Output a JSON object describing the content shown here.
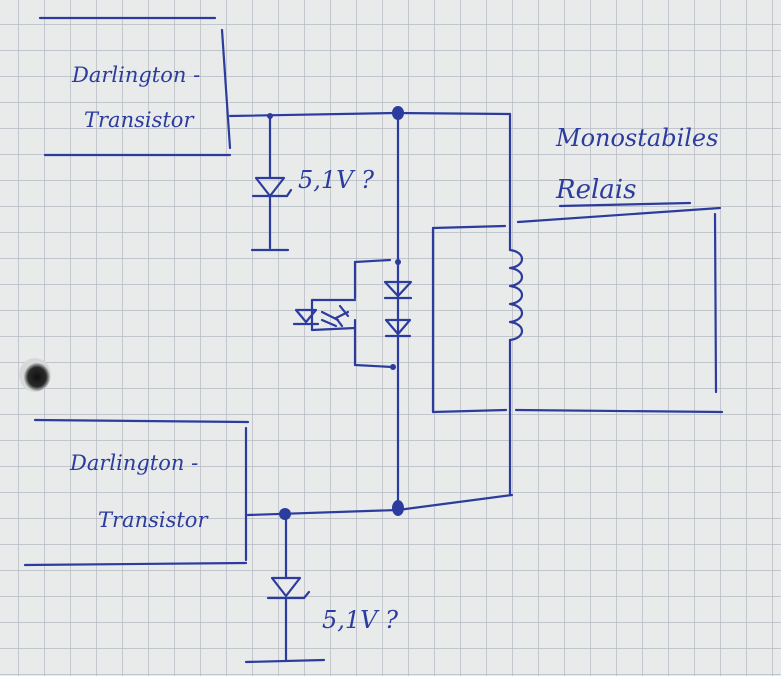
{
  "colors": {
    "paper": "#e9eaea",
    "grid": "#b3b9c2",
    "ink": "#2b3c9e"
  },
  "labels": {
    "transistor_top_line1": "Darlington -",
    "transistor_top_line2": "Transistor",
    "transistor_bottom_line1": "Darlington -",
    "transistor_bottom_line2": "Transistor",
    "zener_top_value": "5,1V ?",
    "zener_bottom_value": "5,1V ?",
    "relay_line1": "Monostabiles",
    "relay_line2": "Relais"
  },
  "icons": {
    "punch_hole": "punch-hole",
    "zener_top": "zener-diode-icon",
    "zener_bottom": "zener-diode-icon",
    "optocoupler": "optocoupler-led-icon",
    "led": "led-icon",
    "diode": "diode-icon",
    "coil": "relay-coil-icon"
  }
}
